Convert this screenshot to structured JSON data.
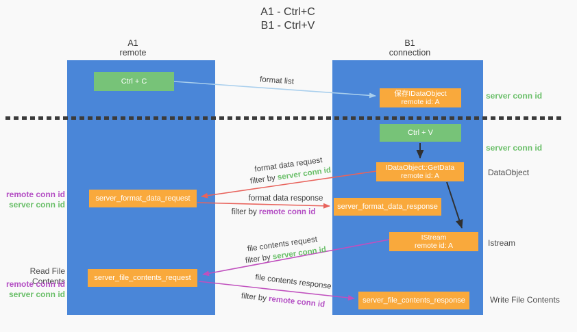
{
  "title": {
    "line1": "A1 - Ctrl+C",
    "line2": "B1 - Ctrl+V"
  },
  "lifelines": {
    "left": {
      "name": "A1",
      "role": "remote"
    },
    "right": {
      "name": "B1",
      "role": "connection"
    }
  },
  "nodes": {
    "ctrl_c": {
      "label": "Ctrl + C"
    },
    "save_idataobject": {
      "line1": "保存IDataObject",
      "line2": "remote id: A"
    },
    "ctrl_v": {
      "label": "Ctrl + V"
    },
    "idataobject_getdata": {
      "line1": "IDataObject::GetData",
      "line2": "remote id: A"
    },
    "server_format_data_request": {
      "label": "server_format_data_request"
    },
    "server_format_data_response": {
      "label": "server_format_data_response"
    },
    "istream": {
      "line1": "IStream",
      "line2": "remote id: A"
    },
    "server_file_contents_request": {
      "label": "server_file_contents_request"
    },
    "server_file_contents_response": {
      "label": "server_file_contents_response"
    }
  },
  "arrows": {
    "format_list": {
      "label": "format list"
    },
    "format_data_request": {
      "label": "format data request",
      "filter_prefix": "filter by ",
      "filter_key": "server conn id"
    },
    "format_data_response": {
      "label": "format data response",
      "filter_prefix": "filter by ",
      "filter_key": "remote conn id"
    },
    "file_contents_request": {
      "label": "file contents request",
      "filter_prefix": "filter by ",
      "filter_key": "server conn id"
    },
    "file_contents_response": {
      "label": "file contents response",
      "filter_prefix": "filter by ",
      "filter_key": "remote conn id"
    }
  },
  "annotations": {
    "right_top_server_conn_id": "server conn id",
    "right_mid_server_conn_id": "server conn id",
    "dataobject": "DataObject",
    "istream": "Istream",
    "write_file_contents": "Write File Contents",
    "left_format_remote_conn_id": "remote conn id",
    "left_format_server_conn_id": "server conn id",
    "read_file_contents": "Read File Contents",
    "left_file_remote_conn_id": "remote conn id",
    "left_file_server_conn_id": "server conn id"
  },
  "colors": {
    "background": "#f9f9f9",
    "lifeline_blue": "#4a86d8",
    "node_green": "#77c378",
    "node_orange": "#f9a93c",
    "arrow_light_blue": "#a9cfed",
    "arrow_black": "#2f2f2f",
    "arrow_red": "#e8635c",
    "arrow_magenta": "#c050be",
    "key_green": "#6abf69",
    "key_purple": "#b44fc4",
    "text_dark": "#3f3f3f"
  }
}
